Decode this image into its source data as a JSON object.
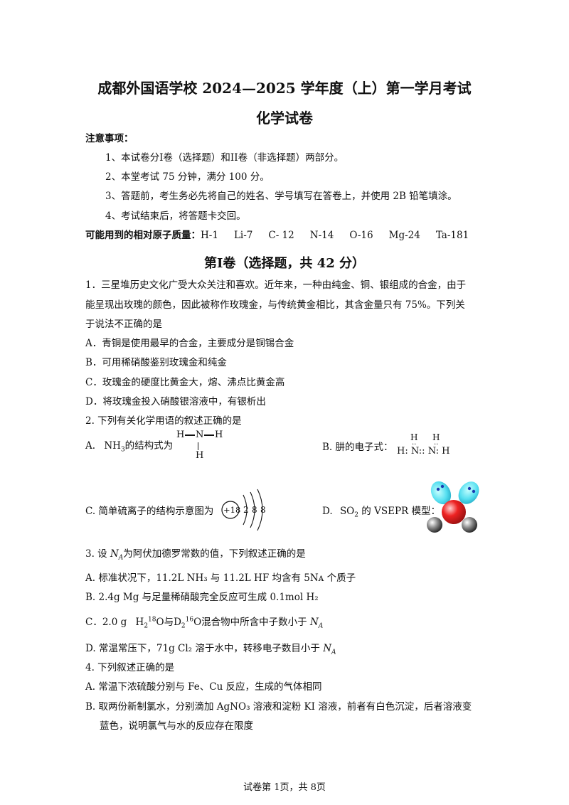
{
  "header": {
    "title": "成都外国语学校 2024—2025 学年度（上）第一学月考试",
    "subtitle": "化学试卷"
  },
  "notes": {
    "heading": "注意事项：",
    "items": [
      "1、本试卷分I卷（选择题）和II卷（非选择题）两部分。",
      "2、本堂考试 75 分钟，满分 100 分。",
      "3、答题前，考生务必先将自己的姓名、学号填写在答卷上，并使用 2B 铅笔填涂。",
      "4、考试结束后，将答题卡交回。"
    ],
    "atomic_label": "可能用到的相对原子质量：",
    "atomic_masses": [
      "H-1",
      "Li-7",
      "C- 12",
      "N-14",
      "O-16",
      "Mg-24",
      "Ta-181"
    ]
  },
  "section_title": "第I卷（选择题，共 42 分）",
  "q1": {
    "stem_lines": [
      "1．三星堆历史文化广受大众关注和喜欢。近年来，一种由纯金、铜、银组成的合金，由于",
      "能呈现出玫瑰的颜色，因此被称作玫瑰金，与传统黄金相比，其含金量只有 75%。下列关",
      "于说法不正确的是"
    ],
    "options": [
      "A．青铜是使用最早的合金，主要成分是铜锡合金",
      "B．可用稀硝酸鉴别玫瑰金和纯金",
      "C．玫瑰金的硬度比黄金大，熔、沸点比黄金高",
      "D．将玫瑰金投入硝酸银溶液中，有银析出"
    ]
  },
  "q2": {
    "stem": "2. 下列有关化学用语的叙述正确的是",
    "a_prefix": "A.",
    "a_formula": "NH",
    "a_sub": "3",
    "a_text": "的结构式为",
    "a_struct": {
      "h1": "H",
      "n": "N",
      "h2": "H",
      "h3": "H"
    },
    "b_text": "B. 肼的电子式：",
    "b_top": [
      "H",
      "H"
    ],
    "b_bottom": [
      "H",
      "N",
      "N",
      "H"
    ],
    "c_text": "C. 简单硫离子的结构示意图为",
    "c_nucleus": "+18",
    "c_shells": [
      "2",
      "8",
      "8"
    ],
    "d_prefix": "D.",
    "d_formula": "SO",
    "d_sub": "2",
    "d_text": "的 VSEPR 模型："
  },
  "q3": {
    "stem_pre": "3. 设",
    "stem_na": "N",
    "stem_na_sub": "A",
    "stem_post": "为阿伏加德罗常数的值，下列叙述正确的是",
    "a": "A. 标准状况下，11.2L NH₃ 与 11.2L HF 均含有 5Nᴀ 个质子",
    "b": "B. 2.4g Mg 与足量稀硝酸完全反应可生成 0.1mol H₂",
    "c_pre": "C．2.0 g",
    "c_mid": "与",
    "c_post": "混合物中所含中子数小于",
    "c_na": "N",
    "c_na_sub": "A",
    "d_pre": "D. 常温常压下，71g Cl₂ 溶于水中，转移电子数目小于",
    "d_na": "N",
    "d_na_sub": "A"
  },
  "q4": {
    "stem": "4. 下列叙述正确的是",
    "a": "A. 常温下浓硫酸分别与 Fe、Cu 反应，生成的气体相同",
    "b_line1": "B. 取两份新制氯水，分别滴加 AgNO₃ 溶液和淀粉 KI 溶液，前者有白色沉淀，后者溶液变",
    "b_line2": "蓝色，说明氯气与水的反应存在限度"
  },
  "footer": "试卷第 1页，共 8页"
}
